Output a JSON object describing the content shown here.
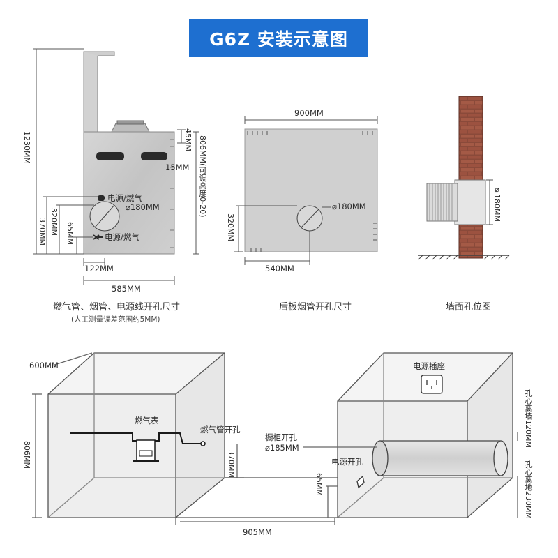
{
  "title": "G6Z 安装示意图",
  "panel1": {
    "dim_height_total": "1230MM",
    "dim_45": "45MM",
    "dim_15": "15MM",
    "dim_806_adjust": "806MM(可调高度0-20)",
    "label_power_gas_top": "电源/燃气",
    "label_hole": "⌀180MM",
    "label_power_gas_bottom": "电源/燃气",
    "dim_320": "320MM",
    "dim_370": "370MM",
    "dim_65": "65MM",
    "dim_122": "122MM",
    "dim_585": "585MM",
    "caption": "燃气管、烟管、电源线开孔尺寸",
    "subcaption": "(人工测量误差范围约5MM)"
  },
  "panel2": {
    "dim_900": "900MM",
    "label_hole": "⌀180MM",
    "dim_320": "320MM",
    "dim_540": "540MM",
    "caption": "后板烟管开孔尺寸"
  },
  "panel3": {
    "label_hole": "⌀180MM",
    "caption": "墙面孔位图"
  },
  "bottom": {
    "dim_600": "600MM",
    "dim_806": "806MM",
    "label_gas_meter": "燃气表",
    "label_gas_hole": "燃气管开孔",
    "dim_370": "370MM",
    "label_cabinet_hole": "橱柜开孔",
    "label_cabinet_hole_size": "⌀185MM",
    "label_power_hole": "电源开孔",
    "dim_65": "65MM",
    "label_socket": "电源插座",
    "label_wall_dist": "孔心离墙120MM",
    "label_floor_dist": "孔心离地230MM",
    "dim_905": "905MM"
  }
}
